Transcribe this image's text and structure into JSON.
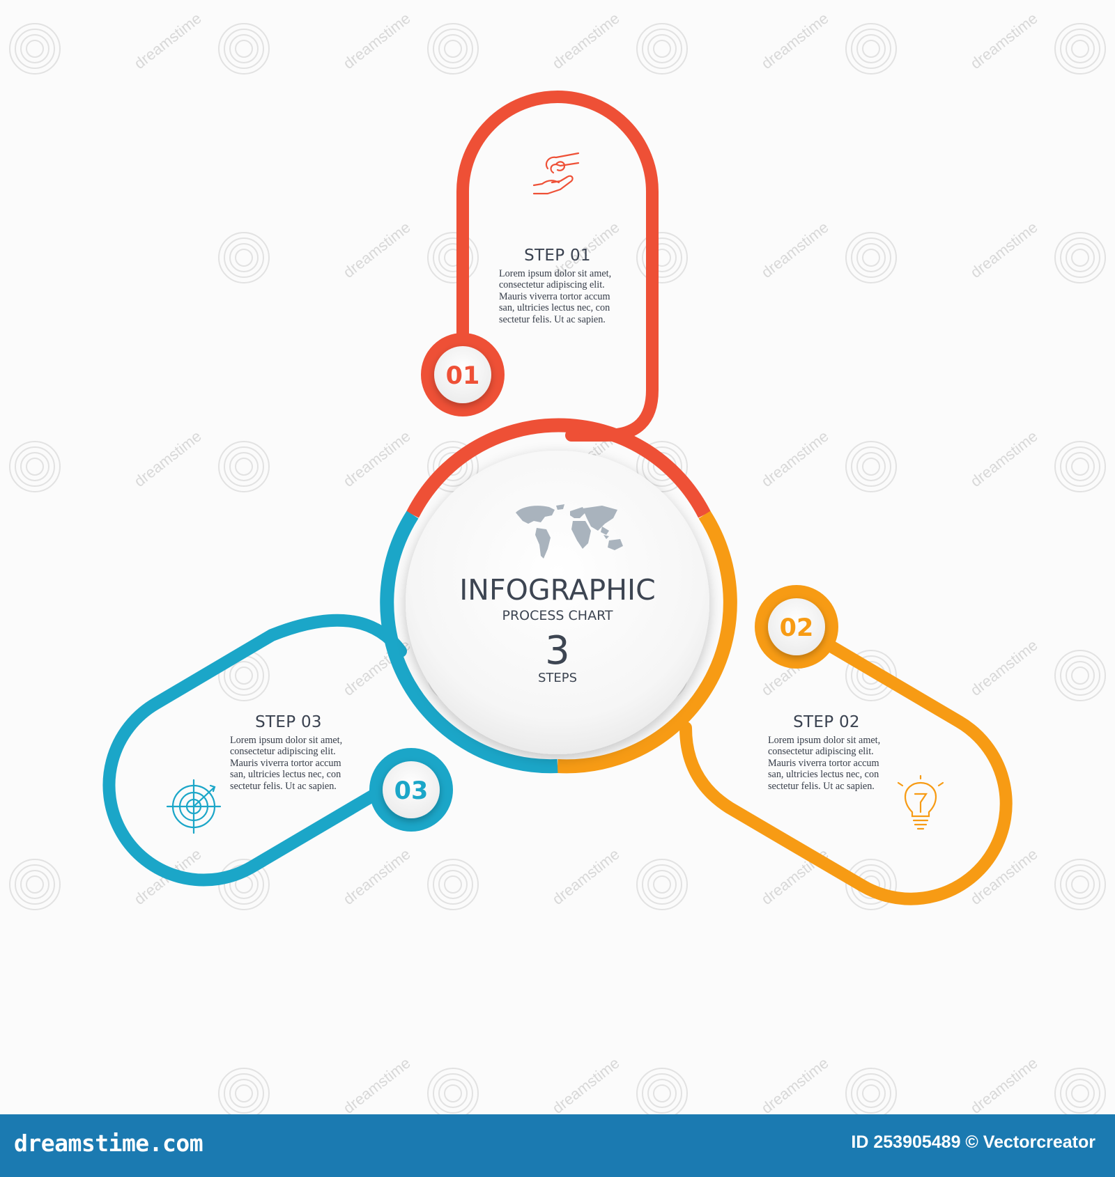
{
  "center": {
    "title": "INFOGRAPHIC",
    "subtitle": "PROCESS CHART",
    "number": "3",
    "label": "STEPS",
    "icon": "world-map-icon"
  },
  "steps": [
    {
      "number": "01",
      "title": "STEP 01",
      "lines": [
        "Lorem ipsum dolor sit amet,",
        "consectetur adipiscing elit.",
        "Mauris viverra tortor accum",
        "san, ultricies lectus nec, con",
        "sectetur felis. Ut ac sapien."
      ],
      "icon": "hand-holding-icon",
      "color": "#ee5036"
    },
    {
      "number": "02",
      "title": "STEP 02",
      "lines": [
        "Lorem ipsum dolor sit amet,",
        "consectetur adipiscing elit.",
        "Mauris viverra tortor accum",
        "san, ultricies lectus nec, con",
        "sectetur felis. Ut ac sapien."
      ],
      "icon": "lightbulb-icon",
      "color": "#f79b14"
    },
    {
      "number": "03",
      "title": "STEP 03",
      "lines": [
        "Lorem ipsum dolor sit amet,",
        "consectetur adipiscing elit.",
        "Mauris viverra tortor accum",
        "san, ultricies lectus nec, con",
        "sectetur felis. Ut ac sapien."
      ],
      "icon": "target-icon",
      "color": "#1ba6c8"
    }
  ],
  "watermark": {
    "text": "dreamstime",
    "footer_logo": "dreamstime.com",
    "footer_id": "ID 253905489 © Vectorcreator",
    "footer_color": "#1b7ab1"
  }
}
